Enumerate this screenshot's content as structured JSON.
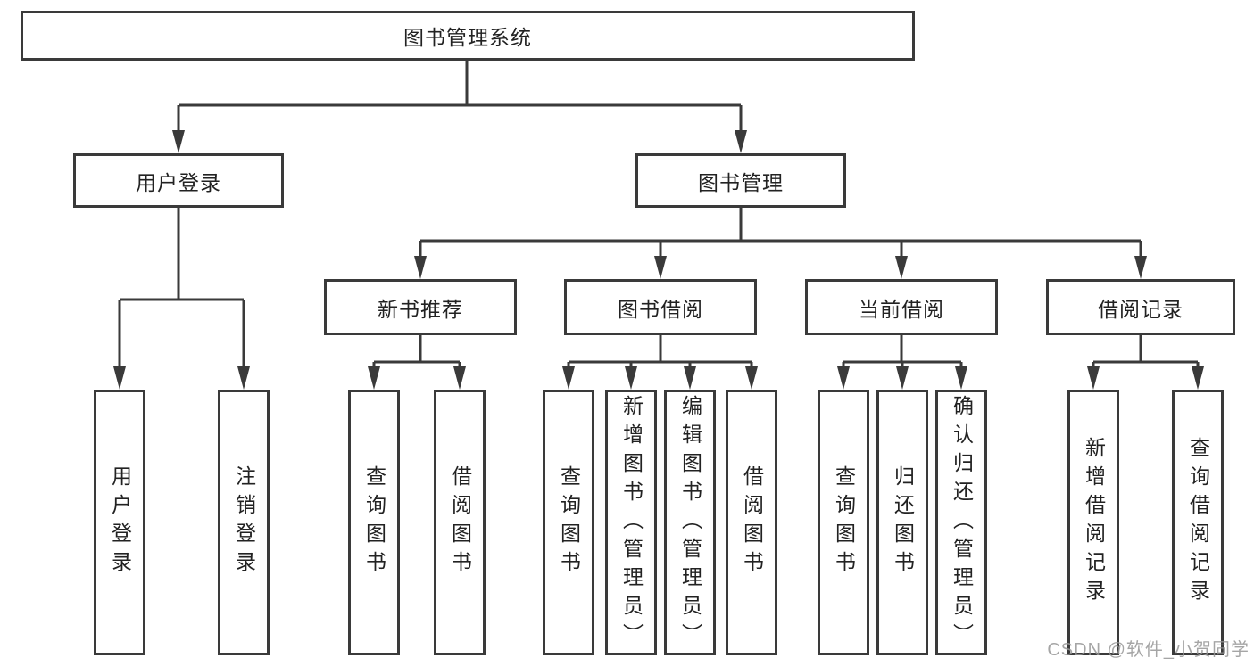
{
  "colors": {
    "line": "#3a3a3a",
    "box_border": "#3a3a3a",
    "box_fill": "#ffffff",
    "text": "#222222",
    "watermark": "#969696",
    "background": "#ffffff"
  },
  "watermark": {
    "text": "CSDN @软件_小贺同学"
  },
  "tree": {
    "root": {
      "label": "图书管理系统",
      "children": [
        {
          "label": "用户登录",
          "children": [
            {
              "label": "用户登录"
            },
            {
              "label": "注销登录"
            }
          ]
        },
        {
          "label": "图书管理",
          "children": [
            {
              "label": "新书推荐",
              "children": [
                {
                  "label": "查询图书"
                },
                {
                  "label": "借阅图书"
                }
              ]
            },
            {
              "label": "图书借阅",
              "children": [
                {
                  "label": "查询图书"
                },
                {
                  "label": "新增图书（管理员）"
                },
                {
                  "label": "编辑图书（管理员）"
                },
                {
                  "label": "借阅图书"
                }
              ]
            },
            {
              "label": "当前借阅",
              "children": [
                {
                  "label": "查询图书"
                },
                {
                  "label": "归还图书"
                },
                {
                  "label": "确认归还（管理员）"
                }
              ]
            },
            {
              "label": "借阅记录",
              "children": [
                {
                  "label": "新增借阅记录"
                },
                {
                  "label": "查询借阅记录"
                }
              ]
            }
          ]
        }
      ]
    }
  }
}
